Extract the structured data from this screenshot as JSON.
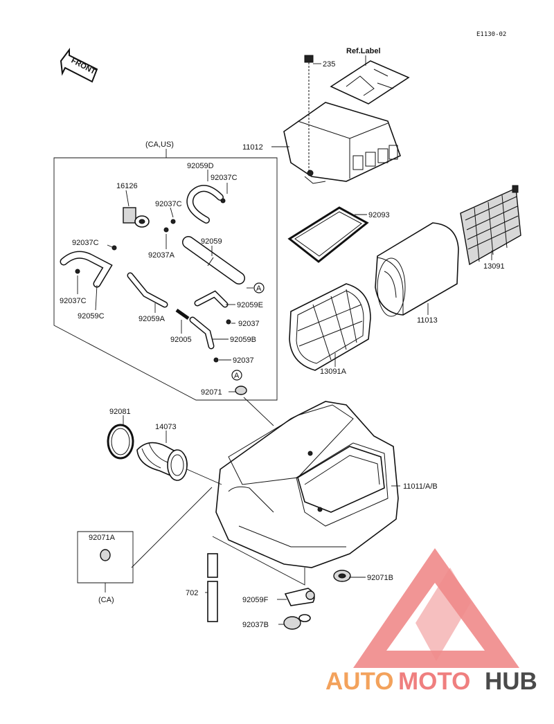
{
  "diagram_code": "E1130-02",
  "front_arrow_text": "FRONT",
  "ref_label": "Ref.Label",
  "box_ca_us_title": "(CA,US)",
  "box_ca_title": "(CA)",
  "circle_marker": "A",
  "parts": {
    "p235": "235",
    "p11012": "11012",
    "p92093": "92093",
    "p13091": "13091",
    "p11013": "11013",
    "p13091a": "13091A",
    "p92071": "92071",
    "p92081": "92081",
    "p14073": "14073",
    "p11011": "11011/A/B",
    "p92071a": "92071A",
    "p702": "702",
    "p92059f": "92059F",
    "p92037b": "92037B",
    "p92071b": "92071B",
    "p92059d": "92059D",
    "p92037c_top": "92037C",
    "p16126": "16126",
    "p92037c_mid": "92037C",
    "p92037c_left": "92037C",
    "p92037a": "92037A",
    "p92059": "92059",
    "p92037c_low": "92037C",
    "p92059c": "92059C",
    "p92059a": "92059A",
    "p92005": "92005",
    "p92059e": "92059E",
    "p92037_1": "92037",
    "p92059b": "92059B",
    "p92037_2": "92037"
  },
  "watermark": {
    "auto": "AUTO",
    "moto": "MOTO",
    "hub": "HUB",
    "triangle_color": "#ef8a8a",
    "auto_color": "#f3a25c",
    "moto_color": "#ef7f7f",
    "hub_color": "#4a4a4a"
  }
}
